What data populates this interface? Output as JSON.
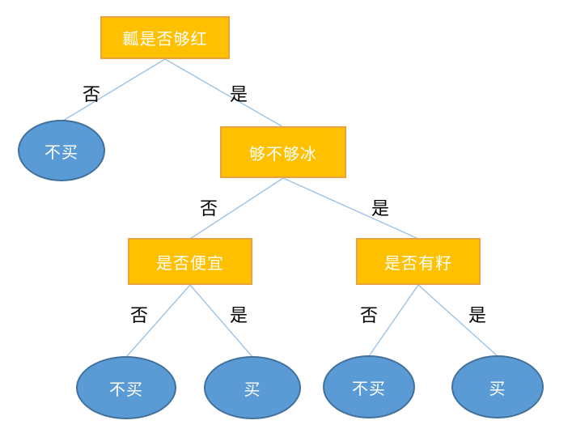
{
  "diagram": {
    "type": "decision-tree",
    "background": "#FFFFFF",
    "colors": {
      "decision_fill": "#FFC000",
      "decision_border": "#E8A33D",
      "leaf_fill": "#5B9BD5",
      "leaf_border": "#41719C",
      "connector": "#9DC3E6",
      "node_text": "#FFFFFF",
      "edge_label_text": "#000000"
    },
    "nodes": {
      "root": {
        "label": "瓤是否够红",
        "kind": "decision",
        "shape": "rectangle"
      },
      "not_buy_1": {
        "label": "不买",
        "kind": "leaf",
        "shape": "ellipse"
      },
      "cold": {
        "label": "够不够冰",
        "kind": "decision",
        "shape": "rectangle"
      },
      "cheap": {
        "label": "是否便宜",
        "kind": "decision",
        "shape": "rectangle"
      },
      "seeds": {
        "label": "是否有籽",
        "kind": "decision",
        "shape": "rectangle"
      },
      "not_buy_2": {
        "label": "不买",
        "kind": "leaf",
        "shape": "ellipse"
      },
      "buy_1": {
        "label": "买",
        "kind": "leaf",
        "shape": "ellipse"
      },
      "not_buy_3": {
        "label": "不买",
        "kind": "leaf",
        "shape": "ellipse"
      },
      "buy_2": {
        "label": "买",
        "kind": "leaf",
        "shape": "ellipse"
      }
    },
    "edges": [
      {
        "from": "root",
        "to": "not_buy_1",
        "label": "否"
      },
      {
        "from": "root",
        "to": "cold",
        "label": "是"
      },
      {
        "from": "cold",
        "to": "cheap",
        "label": "否"
      },
      {
        "from": "cold",
        "to": "seeds",
        "label": "是"
      },
      {
        "from": "cheap",
        "to": "not_buy_2",
        "label": "否"
      },
      {
        "from": "cheap",
        "to": "buy_1",
        "label": "是"
      },
      {
        "from": "seeds",
        "to": "not_buy_3",
        "label": "否"
      },
      {
        "from": "seeds",
        "to": "buy_2",
        "label": "是"
      }
    ]
  }
}
